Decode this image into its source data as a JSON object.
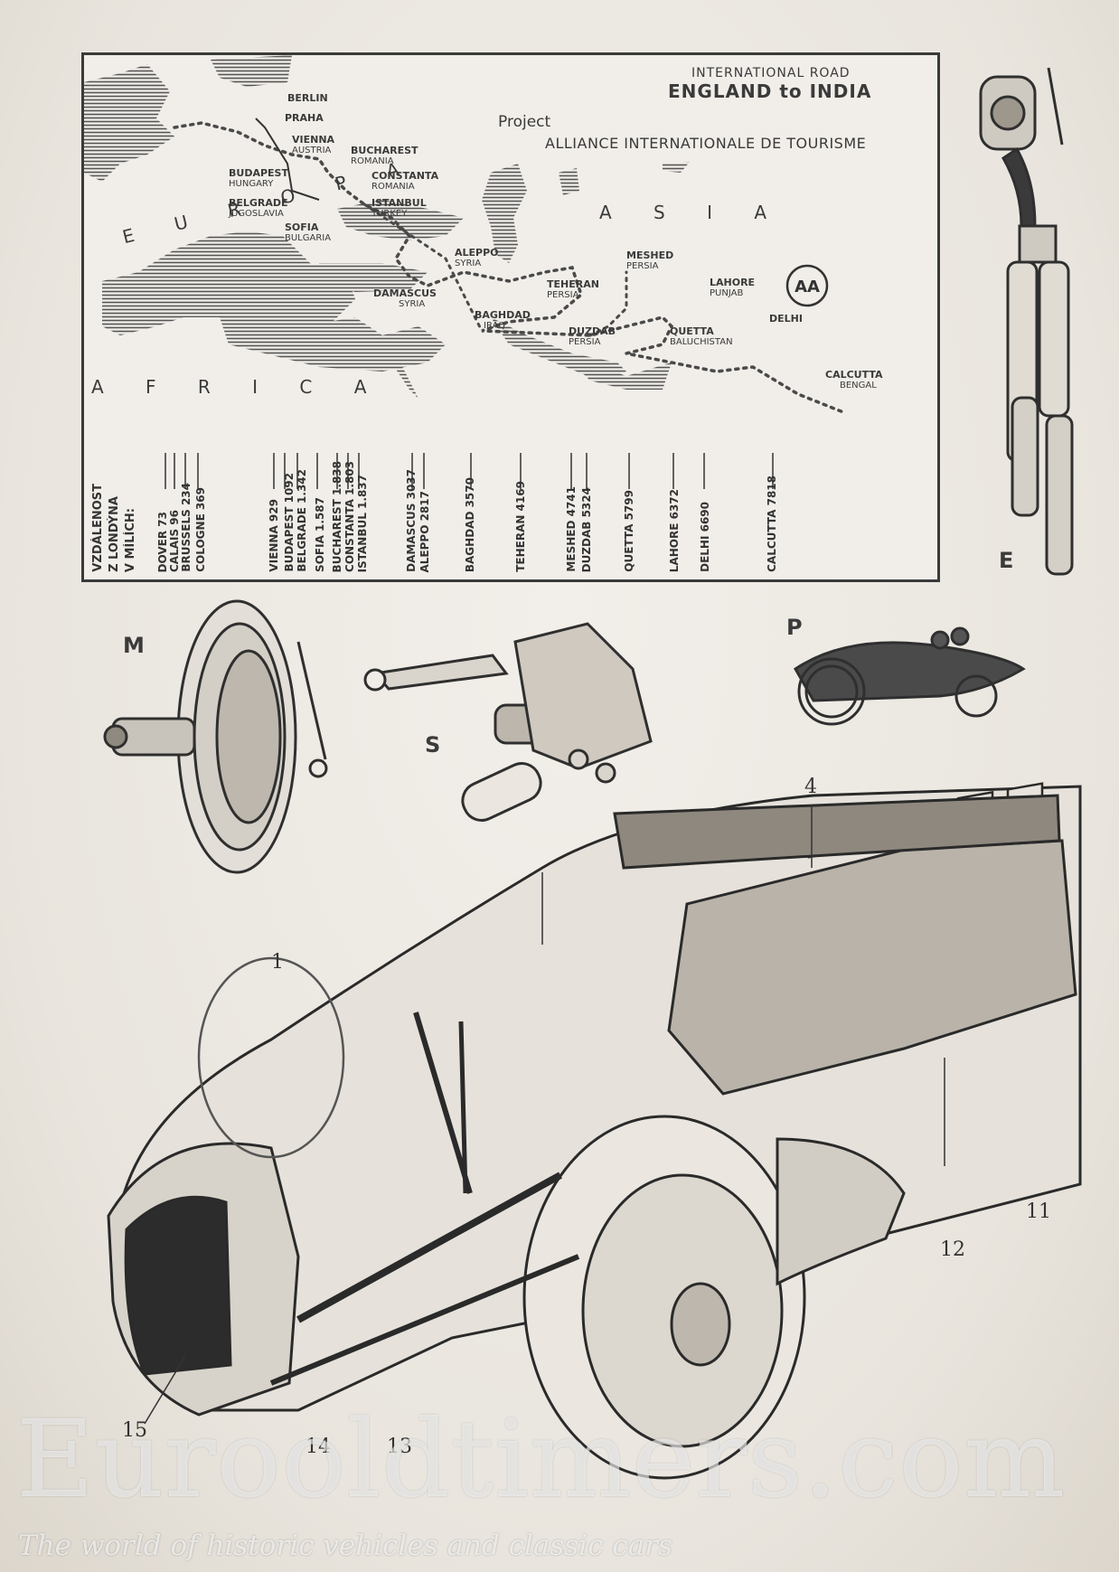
{
  "map": {
    "title_line1": "INTERNATIONAL ROAD",
    "title_line2": "ENGLAND to INDIA",
    "project": "Project",
    "alliance": "ALLIANCE INTERNATIONALE DE TOURISME",
    "continents": {
      "europe": "E U R O P A",
      "asia": "A S I A",
      "africa": "A F R I C A"
    },
    "cities": [
      {
        "name": "BERLIN",
        "country": ""
      },
      {
        "name": "PRAHA",
        "country": ""
      },
      {
        "name": "VIENNA",
        "country": "AUSTRIA"
      },
      {
        "name": "BUDAPEST",
        "country": "HUNGARY"
      },
      {
        "name": "BELGRADE",
        "country": "JUGOSLAVIA"
      },
      {
        "name": "SOFIA",
        "country": "BULGARIA"
      },
      {
        "name": "BUCHAREST",
        "country": "ROMANIA"
      },
      {
        "name": "CONSTANTA",
        "country": "ROMANIA"
      },
      {
        "name": "ISTANBUL",
        "country": "TURKEY"
      },
      {
        "name": "ALEPPO",
        "country": "SYRIA"
      },
      {
        "name": "DAMASCUS",
        "country": "SYRIA"
      },
      {
        "name": "BAGHDAD",
        "country": "IRAQ"
      },
      {
        "name": "TEHERAN",
        "country": "PERSIA"
      },
      {
        "name": "MESHED",
        "country": "PERSIA"
      },
      {
        "name": "DUZDAB",
        "country": "PERSIA"
      },
      {
        "name": "QUETTA",
        "country": "BALUCHISTAN"
      },
      {
        "name": "LAHORE",
        "country": "PUNJAB"
      },
      {
        "name": "DELHI",
        "country": ""
      },
      {
        "name": "CALCUTTA",
        "country": "BENGAL"
      }
    ],
    "distance_heading": [
      "VZDÁLENOST",
      "Z LONDÝNA",
      "V MÍLÍCH:"
    ],
    "distances": [
      "DOVER 73",
      "CALAIS 96",
      "BRUSSELS 234",
      "COLOGNE 369",
      "VIENNA 929",
      "BUDAPEST 1092",
      "BELGRADE 1.342",
      "SOFIA 1.587",
      "BUCHAREST 1.838",
      "CONSTANTA 1.803",
      "ISTANBUL 1.837",
      "DAMASCUS 3037",
      "ALEPPO 2817",
      "BAGHDAD 3570",
      "TEHERAN 4169",
      "MESHED 4741",
      "DUZDAB 5324",
      "QUETTA 5799",
      "LAHORE 6372",
      "DELHI 6690",
      "CALCUTTA 7818"
    ]
  },
  "figures": {
    "e": "E",
    "m": "M",
    "s": "S",
    "p": "P"
  },
  "callouts": [
    "4",
    "1",
    "11",
    "12",
    "15",
    "14",
    "13"
  ],
  "watermark": {
    "brand": "Eurooldtimers.com",
    "tagline": "The world of historic vehicles and classic cars"
  }
}
